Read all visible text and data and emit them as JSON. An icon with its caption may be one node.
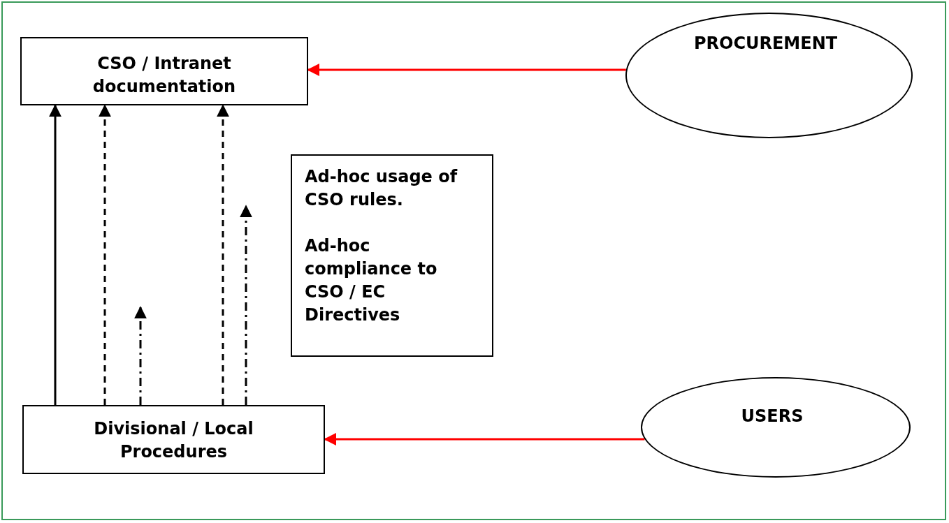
{
  "diagram": {
    "nodes": [
      {
        "text": [
          "CSO / Intranet documentation"
        ]
      },
      {
        "text": [
          "PROCUREMENT"
        ]
      },
      {
        "text": [
          "Ad-hoc usage of CSO rules.",
          "Ad-hoc compliance to CSO / EC Directives"
        ]
      },
      {
        "text": [
          "Divisional / Local Procedures"
        ]
      },
      {
        "text": [
          "USERS"
        ]
      }
    ],
    "edges": [
      {
        "from": 1,
        "to": 0,
        "arrow": "to",
        "color": "#ff0000"
      },
      {
        "from": 3,
        "to": 0,
        "arrow": "to"
      },
      {
        "from": 3,
        "to": 0,
        "arrow": "to",
        "style": "dashed"
      },
      {
        "from": 3,
        "to": null,
        "arrow": "to",
        "style": "dashed"
      },
      {
        "from": 3,
        "to": 0,
        "arrow": "to",
        "style": "dashed"
      },
      {
        "from": 3,
        "to": null,
        "arrow": "to",
        "style": "dashed"
      },
      {
        "from": 4,
        "to": 3,
        "arrow": "to",
        "color": "#ff0000"
      }
    ]
  }
}
